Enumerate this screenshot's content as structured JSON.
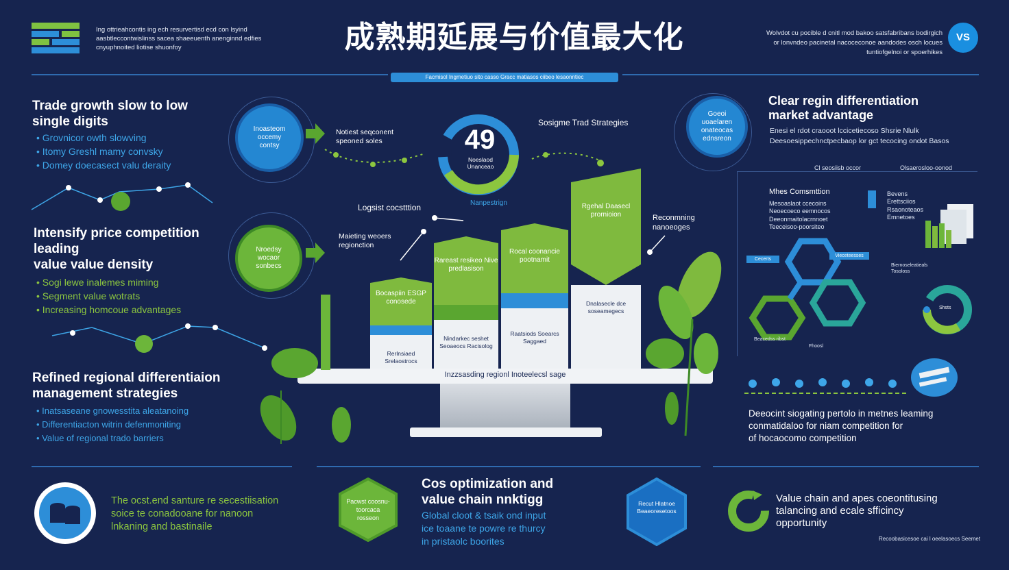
{
  "header": {
    "title": "成熟期延展与价值最大化",
    "desc_left": "Ing ottrieahcontis ing ech resurvertisd ecd con lsyind aasbtleccontwislinss sacea shaeeuenth anenginnd edfies cnyuphnoited liotise shuonfoy",
    "desc_right": "Wolvdot cu pocible d cnitl mod bakoo satsfabribans bodirgich or lonvndeo pacinetal nacoceconoe aandodes osch locues tuntiofgelnoi or spoerhikes",
    "badge": "VS",
    "subtitle": "Facmisol Ingmetiuo sito casso Gracc matiasos ciibeo lesaonntiec"
  },
  "left": {
    "s1": {
      "title": [
        "Trade growth slow to low",
        "single digits"
      ],
      "bullets": [
        "Grovnicor owth slowving",
        "Itomy Greshl mamy convsky",
        "Domey doecasect valu deraity"
      ]
    },
    "s2": {
      "title": [
        "Intensify price competition",
        "leading",
        "value value density"
      ],
      "bullets": [
        "Sogi lewe inalemes miming",
        "Segment value wotrats",
        "Increasing homcoue advantages"
      ]
    },
    "s3": {
      "title": [
        "Refined regional differentiaion",
        "management strategies"
      ],
      "bullets": [
        "Inatsaseane gnowesstita aleatanoing",
        "Differentiacton witrin defenmoniting",
        "Value of regional trado barriers"
      ]
    }
  },
  "center": {
    "circle1": "Inoasteom occemy contsy",
    "circle2": "Nroedsy wocaor sonbecs",
    "node1": "Notiest seqconent speoned soles",
    "big_number": "49",
    "big_sub": "Noeslaod Unanceao",
    "big_caption": "Nanpestrign",
    "strategies_label": "Sosigme Trad Strategies",
    "logistics_label": "Logsist cocstttion",
    "marketing_label": "Maieting weoers regionction",
    "recon_label": "Reconmning nanoeoges",
    "bars": [
      {
        "top": "Bocaspiin ESGP conosede",
        "bottom": "Rerlnsiaed Srelaostrocs"
      },
      {
        "top": "Rareast resikeo Nive predlasison",
        "bottom": "Nindarkec seshet Seoaeocs Racisolog"
      },
      {
        "top": "Rocal coonancie pootnamit",
        "bottom": "Raatsiods Soearcs Saggaed"
      },
      {
        "top": "Rgehal Daasecl prornioion",
        "bottom": "Dnalasecle dce soseamegecs"
      }
    ],
    "base_label": "Inzzsasding regionl Inoteelecsl sage"
  },
  "right": {
    "circle": "Goeoi uoaelaren onateocas ednsreon",
    "title": [
      "Clear regin differentiation",
      "market advantage"
    ],
    "desc": "Enesi el rdot craooot lccicetiecoso Shsrie Nlulk Deesoesippechnctpecbaop lor gct tecocing ondot Basos",
    "col_a": "Cl seosiisb occor",
    "col_b": "Olsaerosloo-oonod",
    "comp_title": "Mhes Comsmttion",
    "comp_rows": [
      "Mesoaslaot ccecoins",
      "Neoecoeco eemnocos",
      "Deeonmaitolacrnnoet",
      "Teeceisoo-poorsiteo"
    ],
    "side_list": [
      "Bevens",
      "Erettsciios",
      "Rsaonoteaos",
      "Emnetoes"
    ],
    "hex_label": "Cecerts",
    "hex_label2": "Vieceteesses",
    "hex_label3": "Biernoseleatieals Tosoloss",
    "hex_label4": "Beacedss ribst",
    "hex_label5": "Fhoosl",
    "ring_label": "Shsts",
    "bottom_text": [
      "Deeocint siogating pertolo in metnes leaming",
      "conmatidaloo for niam competition for",
      "of hocaocomo competition"
    ]
  },
  "bottom": {
    "b1": [
      "The ocst.end santure re secestiisation",
      "soice te conadooane for nanoon",
      "lnkaning and bastinaile"
    ],
    "hex1": "Pacwst coosnu- toorcaca rosseon",
    "b2_title": [
      "Cos optimization and",
      "value chain nnktigg"
    ],
    "b2_body": [
      "Global cloot & tsaik ond input",
      "ice toaane te powre re thurcy",
      "in pristaolc boorites"
    ],
    "hex2": "Recut Hlatnoe Beaeoresetoos",
    "b3": [
      "Value chain and apes coeontitusing",
      "talancing and ecale sfficincy",
      "opportunity"
    ],
    "foot": "Recoobasicesoe cai l oeelasoecs Seemet"
  },
  "colors": {
    "background": "#16244f",
    "accent_green": "#8cc63f",
    "accent_blue": "#2d8ed8",
    "light_blue": "#3ea6e8"
  }
}
